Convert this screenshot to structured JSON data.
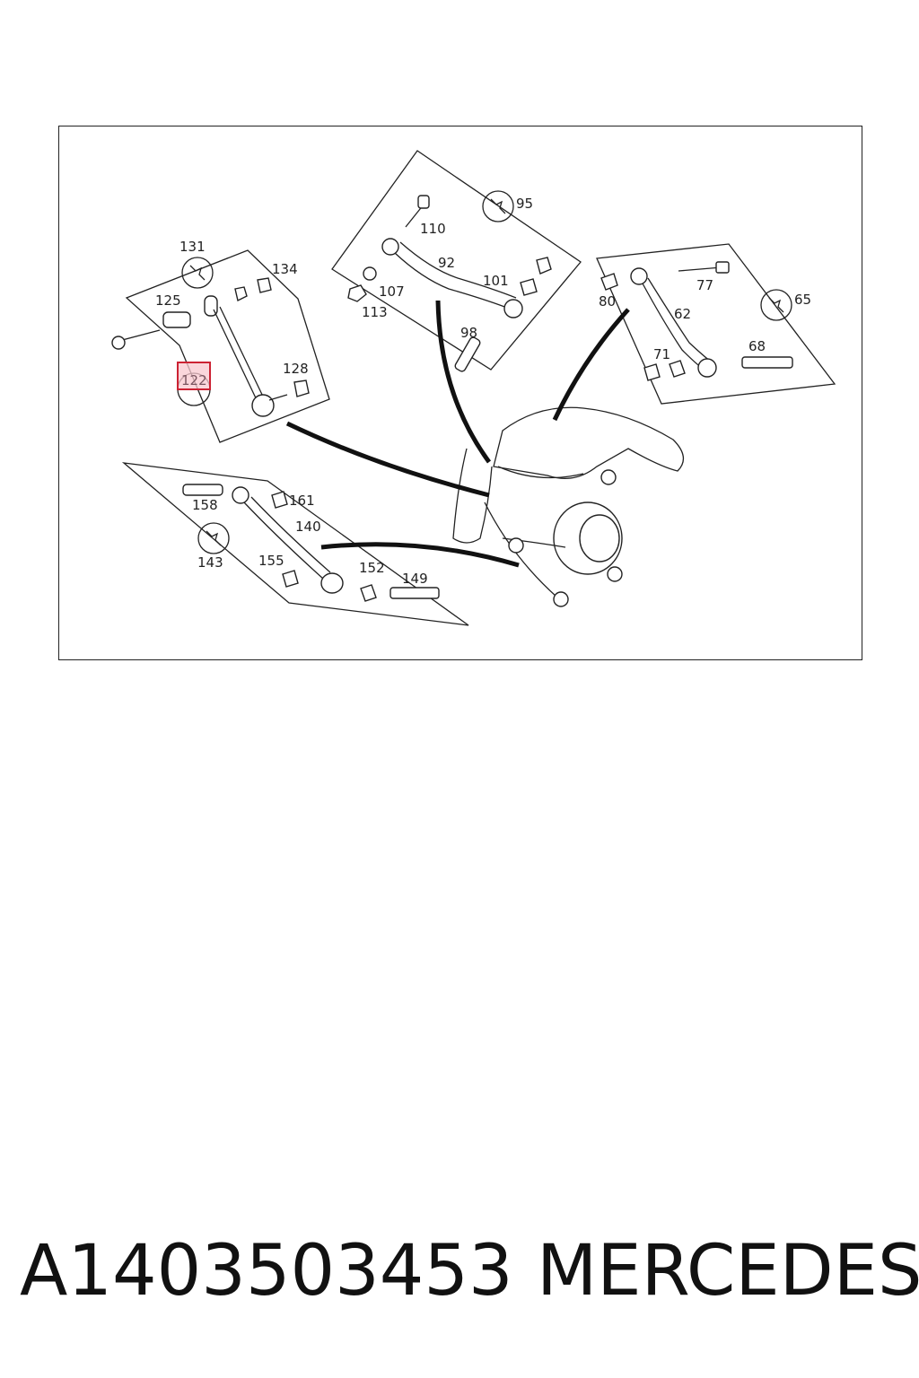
{
  "diagram": {
    "highlighted_callout": "122",
    "callouts": [
      "131",
      "134",
      "125",
      "128",
      "122",
      "110",
      "95",
      "92",
      "101",
      "107",
      "113",
      "98",
      "80",
      "77",
      "65",
      "62",
      "71",
      "68",
      "158",
      "161",
      "140",
      "143",
      "155",
      "152",
      "149"
    ],
    "colors": {
      "line": "#222222",
      "highlight_fill": "#f8c8cf",
      "highlight_stroke": "#cc2233"
    }
  },
  "footer": {
    "part_number": "A1403503453",
    "brand": "MERCEDES"
  }
}
